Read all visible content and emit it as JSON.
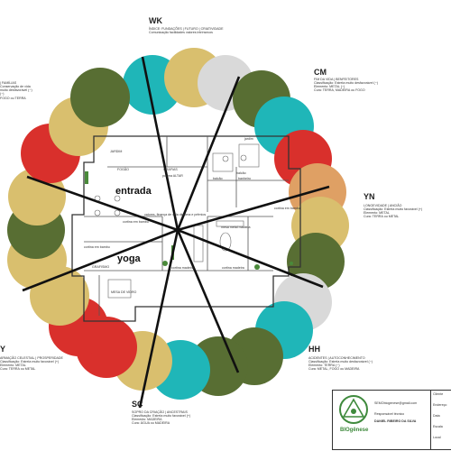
{
  "sectors": [
    {
      "code": "WK",
      "lines": [
        "ÍNDICE: FUNDAÇÕES | FUTURO | CRIATIVIDADE",
        "Comunicação facilidades valores intrínsecos"
      ]
    },
    {
      "code": "CM",
      "lines": [
        "FIM DA VIDA | BENFEITORES",
        "Classificação: Estrela muito desfavorável (−)",
        "Elemento: METAL (−)",
        "Cura: TERRA, MADEIRA ou FOGO"
      ]
    },
    {
      "code": "YN",
      "lines": [
        "LONGEVIDADE | ANCIÃO",
        "Classificação: Estrela muito favorável (+)",
        "Elemento: METAL",
        "Cura: TERRA ou METAL"
      ]
    },
    {
      "code": "HH",
      "lines": [
        "ACIDENTES | AUTOCONHECIMENTO",
        "Classificação: Estrela muito desfavorável (−)",
        "Elemento: TERRA (−)",
        "Cura: METAL, FOGO ou MADEIRA"
      ]
    },
    {
      "code": "SC",
      "lines": [
        "SOPRO DA CRIAÇÃO | ANCESTRAIS",
        "Classificação: Estrela muito favorável (+)",
        "Elemento: MADEIRA",
        "Cura: ÁGUA ou MADEIRA"
      ]
    },
    {
      "code": "Y",
      "lines": [
        "ARMAÇÃO CELESTIAL | PROSPERIDADE",
        "Classificação: Estrela muito favorável (+)",
        "Elemento: METAL",
        "Cura: TERRA ou METAL"
      ]
    },
    {
      "code": "",
      "lines": [
        "| FAMÍLIAS",
        "Conservação de vida",
        "muito desfavorável (−)",
        "(−)",
        "FOGO ou TERRA"
      ]
    }
  ],
  "plan_labels": {
    "entrada": "entrada",
    "yoga": "yoga",
    "rooms": [
      "FOGÃO",
      "JARDIM",
      "GRAFIAS",
      "jardim",
      "balcão",
      "balcão",
      "banheiro",
      "cortina em bambu",
      "cortina em bambu",
      "mesa metal madeira",
      "cortina madeira",
      "cortina madeira",
      "MESA DE VIDRO",
      "GRAFISMO",
      "cortina em bambu",
      "valores, finança de vida diploma e prêmios",
      "poema ALTAR"
    ]
  },
  "colors": {
    "teal": "#1fb6b8",
    "olive": "#586e33",
    "gold": "#d9bf6e",
    "red": "#d9302c",
    "grey": "#d9d9d9",
    "orange": "#e87c2e",
    "peach": "#dfa064"
  },
  "title_block": {
    "brand": "BIOgênese",
    "email": "SEMObiogenese@gmail.com",
    "responsavel": "Responsável técnico",
    "nome": "DANIEL RIBEIRO DA SILVA",
    "labels": [
      "Cliente",
      "Endereço",
      "Data",
      "Escala",
      "Local"
    ]
  }
}
